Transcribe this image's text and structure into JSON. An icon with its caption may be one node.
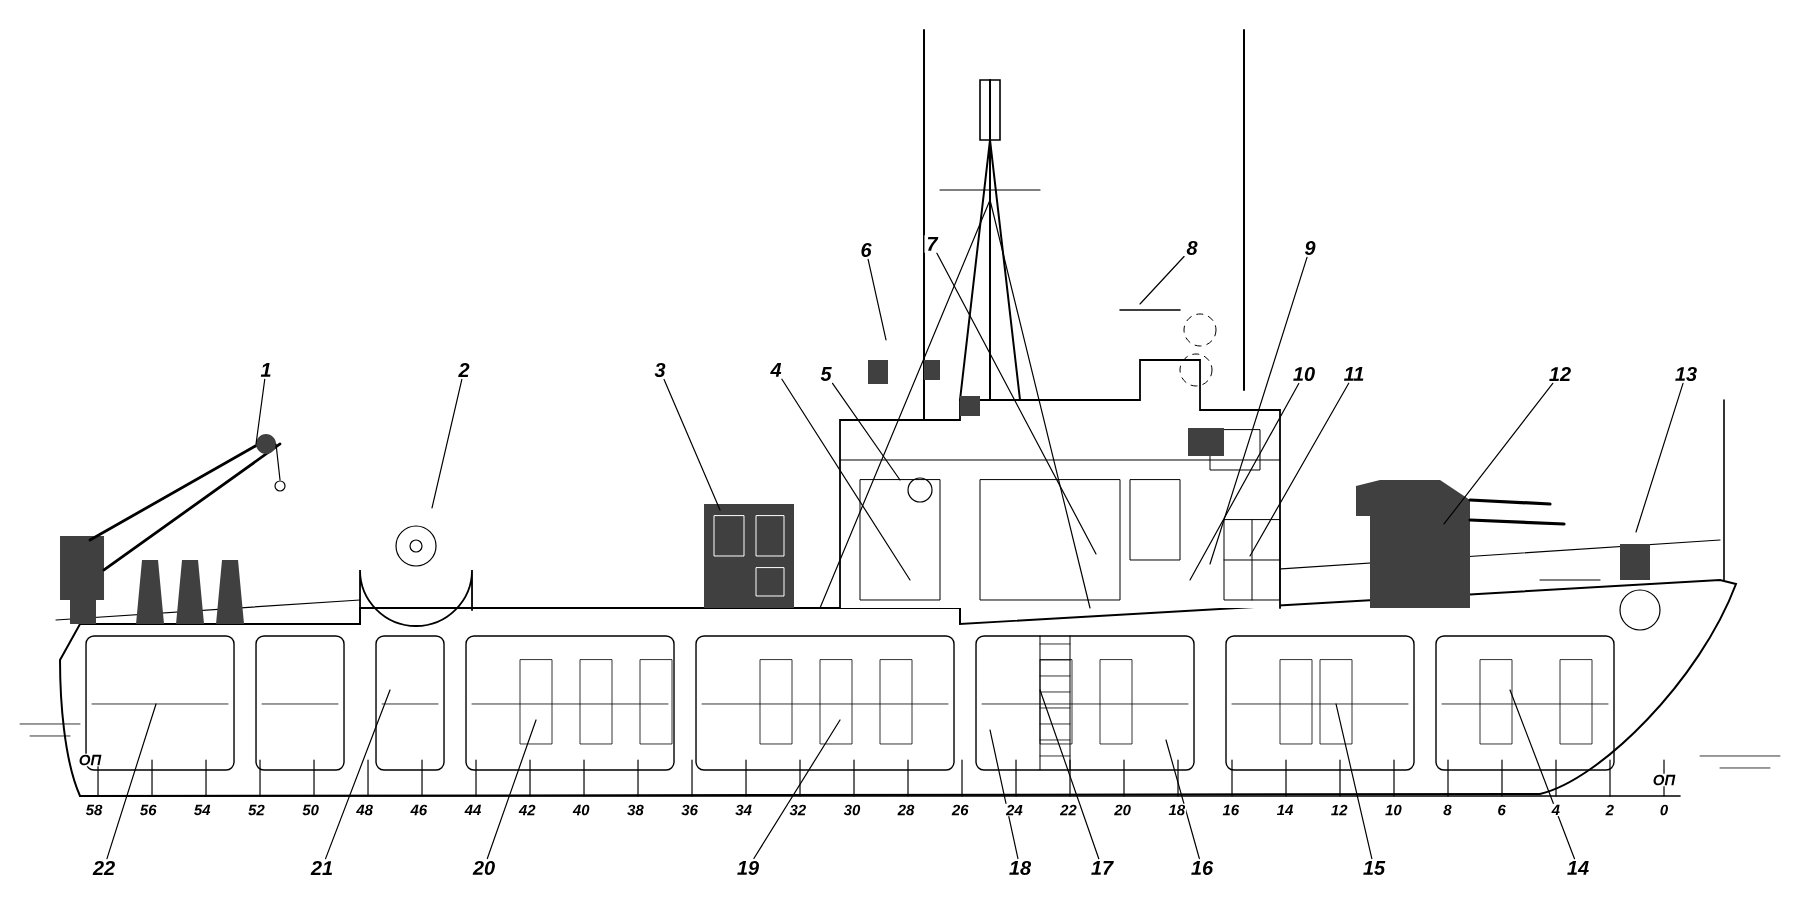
{
  "diagram": {
    "nodes": [
      {
        "text": [
          "1"
        ]
      },
      {
        "text": [
          "2"
        ]
      },
      {
        "text": [
          "3"
        ]
      },
      {
        "text": [
          "4"
        ]
      },
      {
        "text": [
          "5"
        ]
      },
      {
        "text": [
          "6"
        ]
      },
      {
        "text": [
          "7"
        ]
      },
      {
        "text": [
          "8"
        ]
      },
      {
        "text": [
          "9"
        ]
      },
      {
        "text": [
          "10"
        ]
      },
      {
        "text": [
          "11"
        ]
      },
      {
        "text": [
          "12"
        ]
      },
      {
        "text": [
          "13"
        ]
      },
      {
        "text": [
          "14"
        ]
      },
      {
        "text": [
          "15"
        ]
      },
      {
        "text": [
          "16"
        ]
      },
      {
        "text": [
          "17"
        ]
      },
      {
        "text": [
          "18"
        ]
      },
      {
        "text": [
          "19"
        ]
      },
      {
        "text": [
          "20"
        ]
      },
      {
        "text": [
          "21"
        ]
      },
      {
        "text": [
          "22"
        ]
      }
    ],
    "edges": [
      {
        "from": 0,
        "to": null,
        "arrow": "none"
      },
      {
        "from": 1,
        "to": null,
        "arrow": "none"
      },
      {
        "from": 2,
        "to": null,
        "arrow": "none"
      },
      {
        "from": 3,
        "to": null,
        "arrow": "none"
      },
      {
        "from": 4,
        "to": null,
        "arrow": "none"
      },
      {
        "from": 5,
        "to": null,
        "arrow": "none"
      },
      {
        "from": 6,
        "to": null,
        "arrow": "none"
      },
      {
        "from": 7,
        "to": null,
        "arrow": "none"
      },
      {
        "from": 8,
        "to": null,
        "arrow": "none"
      },
      {
        "from": 9,
        "to": null,
        "arrow": "none"
      },
      {
        "from": 10,
        "to": null,
        "arrow": "none"
      },
      {
        "from": 11,
        "to": null,
        "arrow": "none"
      },
      {
        "from": 12,
        "to": null,
        "arrow": "none"
      },
      {
        "from": 13,
        "to": null,
        "arrow": "none"
      },
      {
        "from": 14,
        "to": null,
        "arrow": "none"
      },
      {
        "from": 15,
        "to": null,
        "arrow": "none"
      },
      {
        "from": 16,
        "to": null,
        "arrow": "none"
      },
      {
        "from": 17,
        "to": null,
        "arrow": "none"
      },
      {
        "from": 18,
        "to": null,
        "arrow": "none"
      },
      {
        "from": 19,
        "to": null,
        "arrow": "none"
      },
      {
        "from": 20,
        "to": null,
        "arrow": "none"
      },
      {
        "from": 21,
        "to": null,
        "arrow": "none"
      }
    ],
    "labels": [
      "ОП",
      "ОП",
      "58",
      "56",
      "54",
      "52",
      "50",
      "48",
      "46",
      "44",
      "42",
      "40",
      "38",
      "36",
      "34",
      "32",
      "30",
      "28",
      "26",
      "24",
      "22",
      "20",
      "18",
      "16",
      "14",
      "12",
      "10",
      "8",
      "6",
      "4",
      "2",
      "0"
    ]
  }
}
